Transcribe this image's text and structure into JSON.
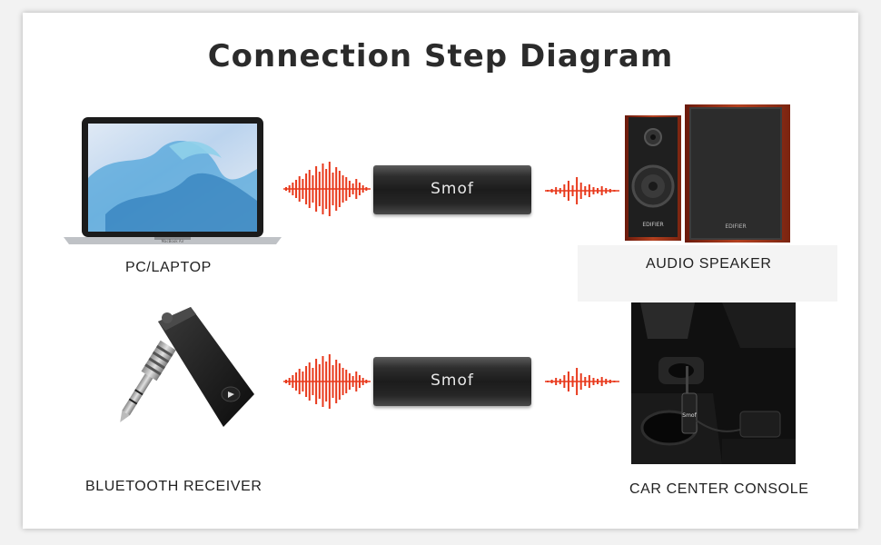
{
  "title": "Connection Step Diagram",
  "devices": {
    "laptop": "PC/LAPTOP",
    "speaker": "AUDIO SPEAKER",
    "receiver": "BLUETOOTH RECEIVER",
    "car": "CAR CENTER CONSOLE"
  },
  "adapter_logo": "Smof",
  "wave_color": "#e8391c",
  "laptop_brand_text": "MacBook Air",
  "speaker_brand_text": "EDIFIER"
}
